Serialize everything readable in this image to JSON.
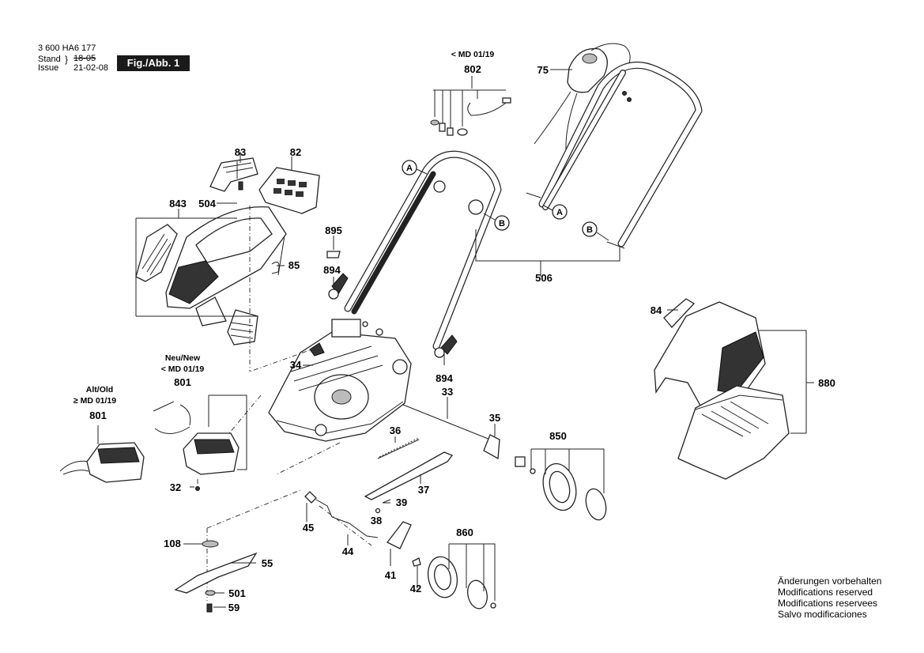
{
  "header": {
    "doc_number": "3 600 HA6 177",
    "stand_label": "Stand",
    "stand_value": "18-05",
    "issue_label": "Issue",
    "issue_value": "21-02-08",
    "figure_label": "Fig./Abb. 1"
  },
  "notes": [
    "Änderungen vorbehalten",
    "Modifications reserved",
    "Modifications reservees",
    "Salvo modificaciones"
  ],
  "variants": {
    "md_802": "< MD 01/19",
    "neu_new": "Neu/New",
    "md_801_new": "< MD 01/19",
    "alt_old": "Alt/Old",
    "md_801_old": "≥ MD 01/19"
  },
  "callouts": {
    "p75": "75",
    "p802": "802",
    "p83": "83",
    "p82": "82",
    "p843": "843",
    "p504": "504",
    "p85": "85",
    "p895": "895",
    "p894a": "894",
    "p894b": "894",
    "p506": "506",
    "p84": "84",
    "p880": "880",
    "p34": "34",
    "p33": "33",
    "p801a": "801",
    "p801b": "801",
    "p35": "35",
    "p36": "36",
    "p850": "850",
    "p32": "32",
    "p37": "37",
    "p39": "39",
    "p38": "38",
    "p45": "45",
    "p108": "108",
    "p44": "44",
    "p860": "860",
    "p55": "55",
    "p41": "41",
    "p42": "42",
    "p501": "501",
    "p59": "59",
    "A": "A",
    "B": "B"
  }
}
